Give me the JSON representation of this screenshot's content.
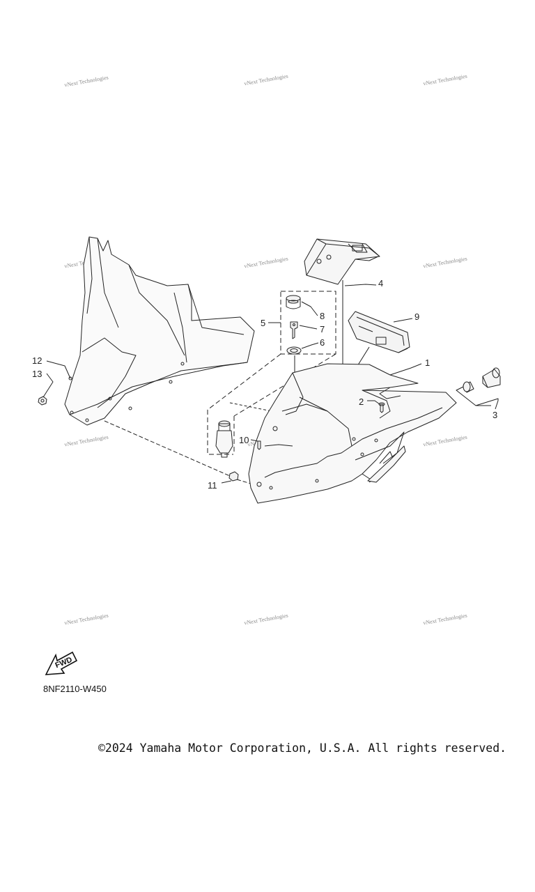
{
  "watermark_text": "vNext Technologies",
  "callouts": {
    "c1": "1",
    "c2": "2",
    "c3": "3",
    "c4": "4",
    "c5": "5",
    "c6": "6",
    "c7": "7",
    "c8": "8",
    "c9": "9",
    "c10": "10",
    "c11": "11",
    "c12": "12",
    "c13": "13"
  },
  "fwd_label": "FWD",
  "diagram_code": "8NF2110-W450",
  "copyright": "©2024 Yamaha Motor Corporation, U.S.A. All rights reserved."
}
